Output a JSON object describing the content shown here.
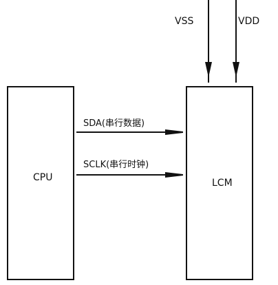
{
  "diagram": {
    "blocks": {
      "cpu": "CPU",
      "lcm": "LCM"
    },
    "power": {
      "vss": "VSS",
      "vdd": "VDD"
    },
    "signals": {
      "sda": "SDA(串行数据)",
      "sclk": "SCLK(串行时钟)"
    },
    "colors": {
      "line": "#111111",
      "background": "#ffffff"
    }
  }
}
